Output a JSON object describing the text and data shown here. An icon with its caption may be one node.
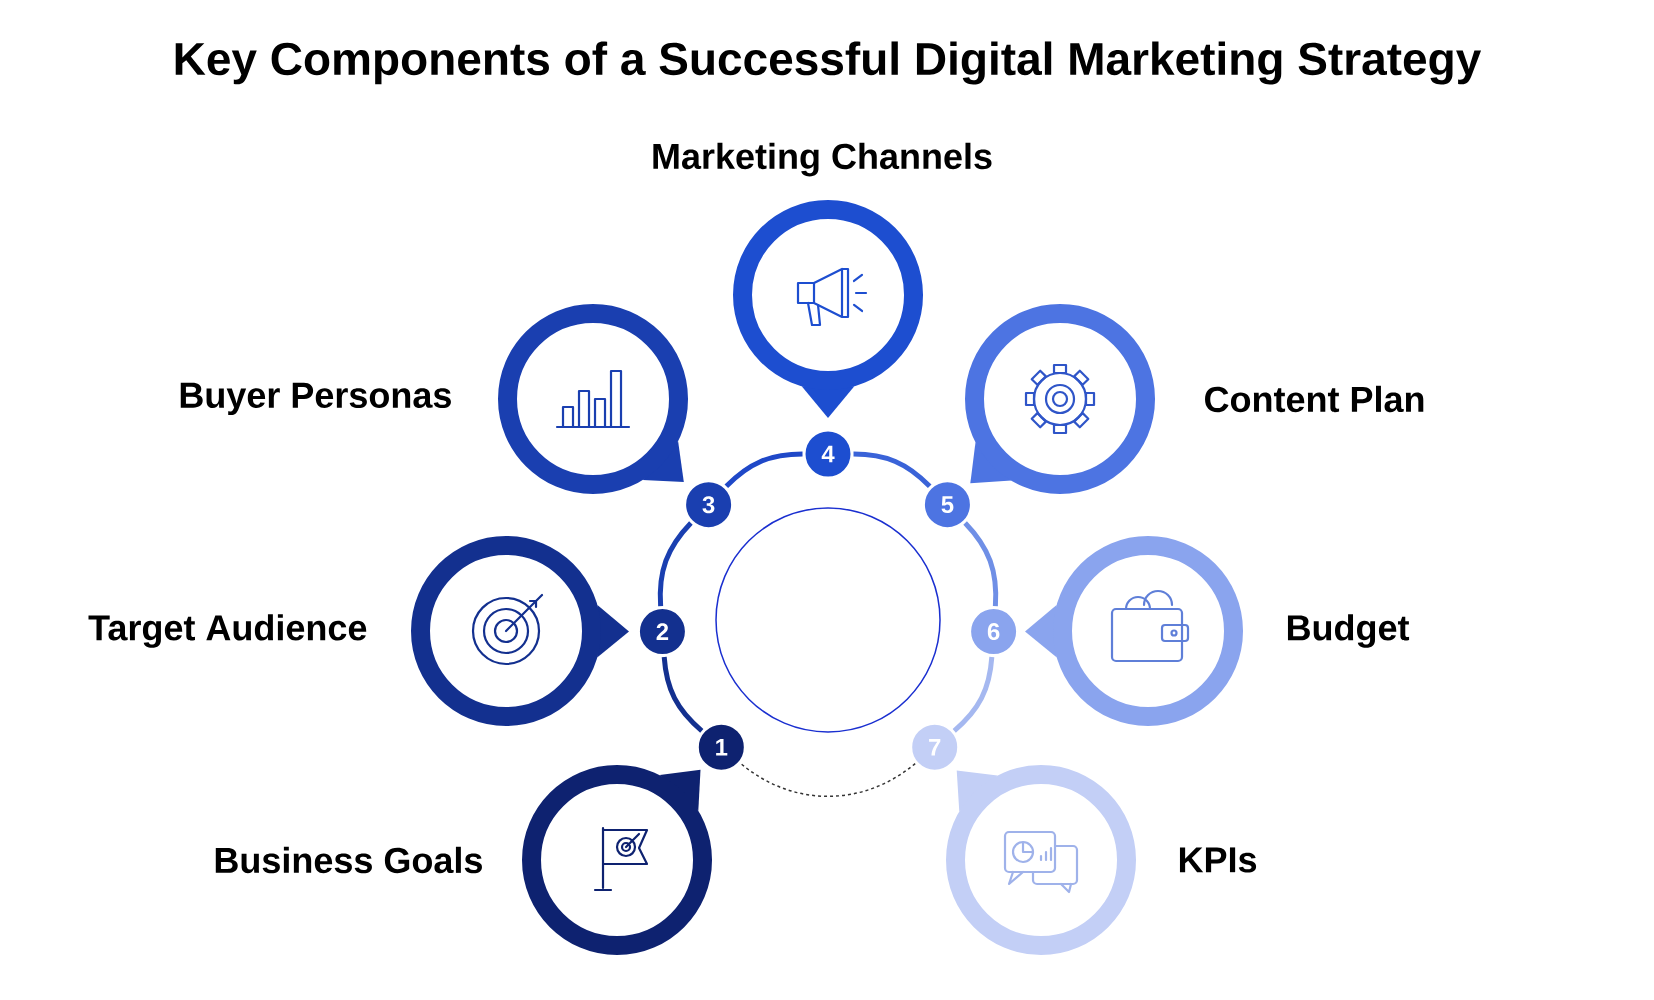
{
  "diagram": {
    "title": "Key Components of a Successful Digital Marketing Strategy",
    "nodes": [
      {
        "text": [
          "Business Goals"
        ]
      },
      {
        "text": [
          "Target Audience"
        ]
      },
      {
        "text": [
          "Buyer Personas"
        ]
      },
      {
        "text": [
          "Marketing Channels"
        ]
      },
      {
        "text": [
          "Content Plan"
        ]
      },
      {
        "text": [
          "Budget"
        ]
      },
      {
        "text": [
          "KPIs"
        ]
      },
      {
        "text": [
          "1"
        ]
      },
      {
        "text": [
          "2"
        ]
      },
      {
        "text": [
          "3"
        ]
      },
      {
        "text": [
          "4"
        ]
      },
      {
        "text": [
          "5"
        ]
      },
      {
        "text": [
          "6"
        ]
      },
      {
        "text": [
          "7"
        ]
      },
      {
        "text": [],
        "shape": "circle"
      }
    ],
    "edges": [
      {
        "from": 7,
        "to": 8,
        "arrow": "none",
        "color": "#13308f"
      },
      {
        "from": 8,
        "to": 9,
        "arrow": "none",
        "color": "#1a3fb0"
      },
      {
        "from": 9,
        "to": 10,
        "arrow": "none",
        "color": "#1f48c8"
      },
      {
        "from": 10,
        "to": 11,
        "arrow": "none",
        "color": "#3a63d8"
      },
      {
        "from": 11,
        "to": 12,
        "arrow": "none",
        "color": "#6f8fe6"
      },
      {
        "from": 12,
        "to": 13,
        "arrow": "none",
        "color": "#a5b8f0"
      },
      {
        "from": 13,
        "to": 7,
        "arrow": "none",
        "style": "dashed",
        "color": "#333333"
      }
    ]
  }
}
